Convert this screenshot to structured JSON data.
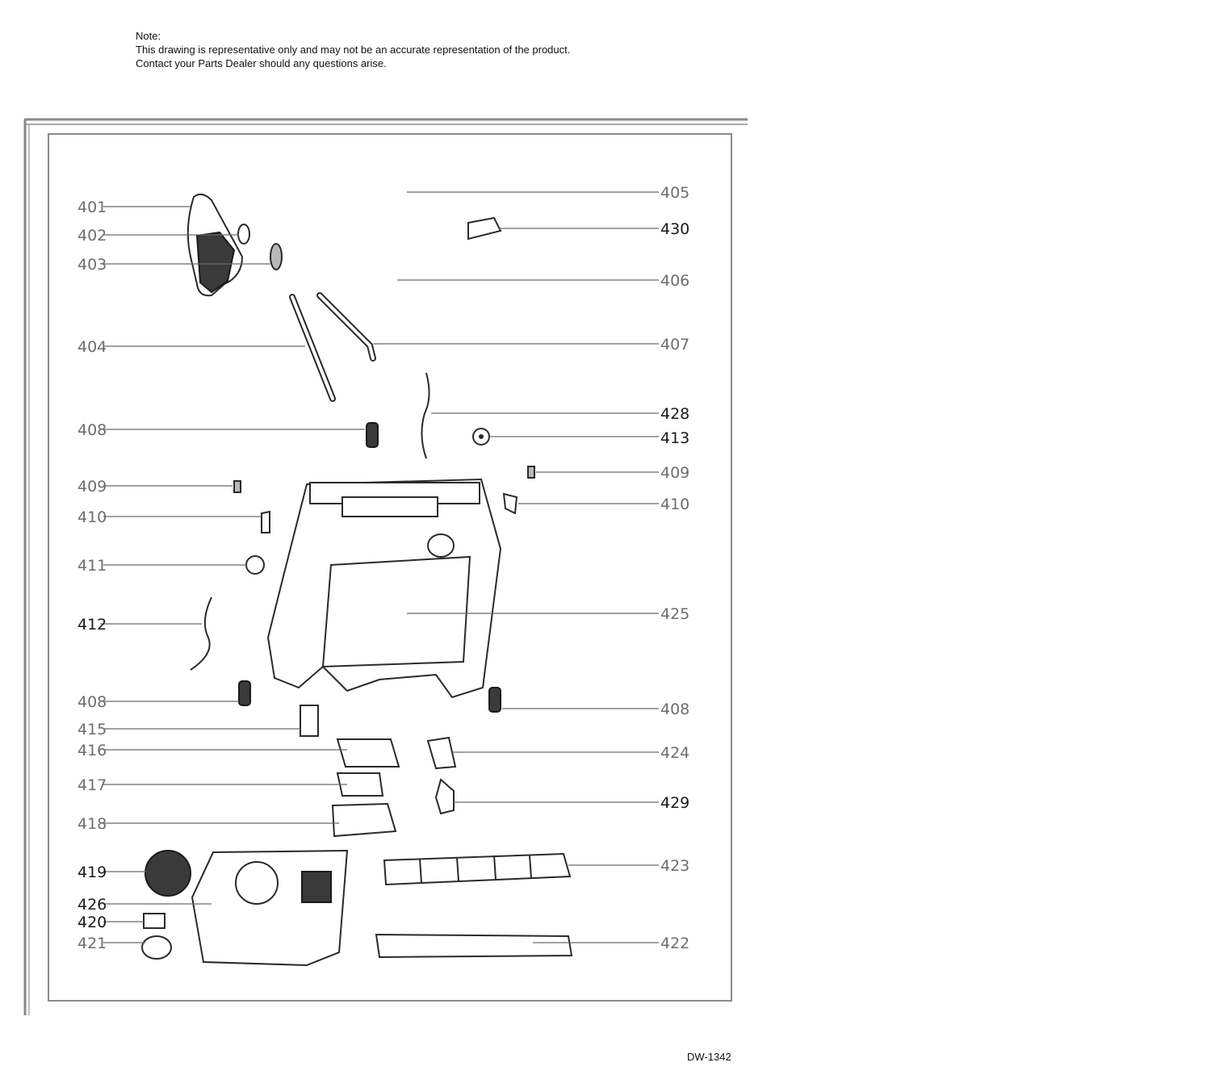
{
  "note": {
    "heading": "Note:",
    "line1": "This drawing is representative only and may not be an accurate representation of the product.",
    "line2": "Contact your Parts Dealer should any questions arise."
  },
  "doc_id": "DW-1342",
  "callouts": {
    "c401": "401",
    "c402": "402",
    "c403": "403",
    "c404": "404",
    "c405": "405",
    "c406": "406",
    "c407": "407",
    "c408a": "408",
    "c408b": "408",
    "c408c": "408",
    "c409a": "409",
    "c409b": "409",
    "c410a": "410",
    "c410b": "410",
    "c411": "411",
    "c412": "412",
    "c413": "413",
    "c415": "415",
    "c416": "416",
    "c417": "417",
    "c418": "418",
    "c419": "419",
    "c420": "420",
    "c421": "421",
    "c422": "422",
    "c423": "423",
    "c424": "424",
    "c425": "425",
    "c426": "426",
    "c428": "428",
    "c429": "429",
    "c430": "430"
  }
}
